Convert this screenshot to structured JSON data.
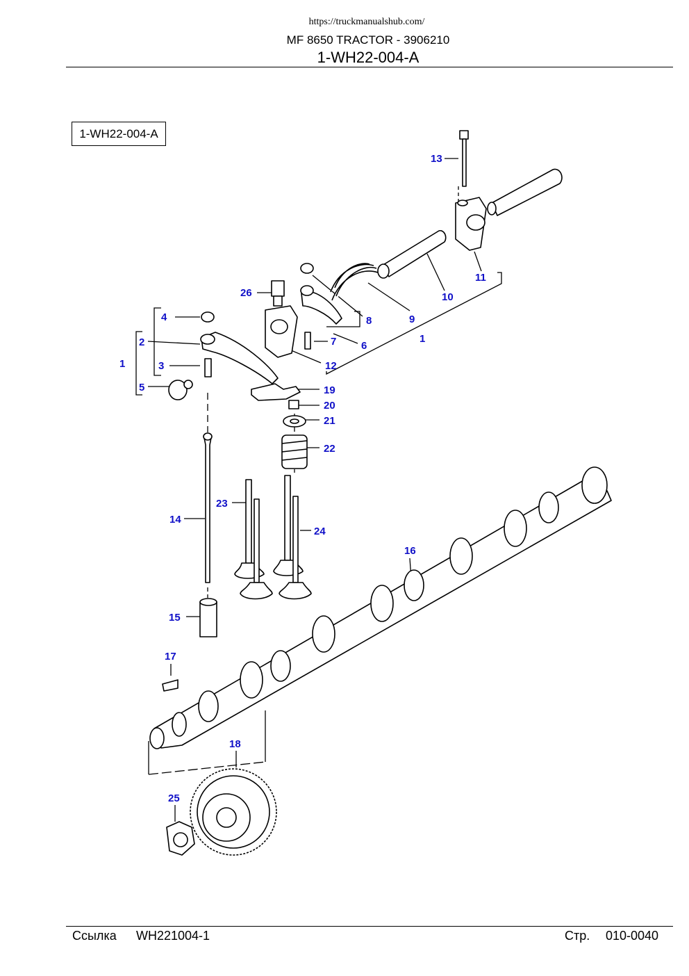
{
  "header": {
    "url": "https://truckmanualshub.com/",
    "title": "MF 8650 TRACTOR - 3906210",
    "code": "1-WH22-004-A"
  },
  "diagram": {
    "box_label": "1-WH22-004-A",
    "callouts": [
      "1",
      "2",
      "3",
      "4",
      "5",
      "6",
      "7",
      "8",
      "9",
      "10",
      "11",
      "12",
      "13",
      "14",
      "15",
      "16",
      "17",
      "18",
      "19",
      "20",
      "21",
      "22",
      "23",
      "24",
      "25",
      "26"
    ],
    "callout_color": "#1010c8"
  },
  "footer": {
    "ref_label": "Ссылка",
    "ref_value": "WH221004-1",
    "page_label": "Стр.",
    "page_value": "010-0040"
  }
}
